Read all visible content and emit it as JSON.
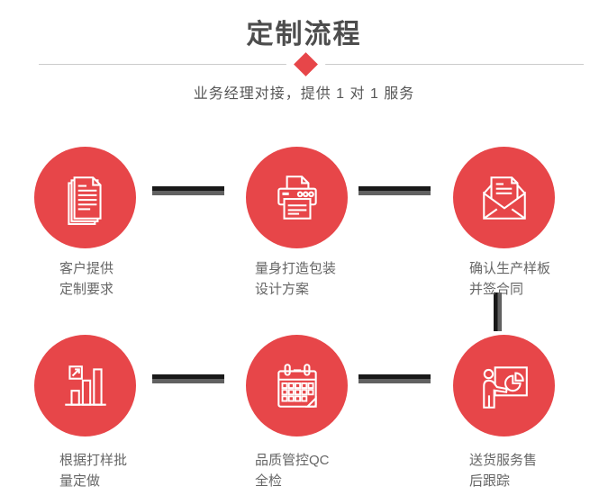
{
  "header": {
    "title": "定制流程",
    "subtitle": "业务经理对接，提供 1 对 1 服务"
  },
  "colors": {
    "accent_red": "#e74649",
    "title_gray": "#4d4d4d",
    "subtitle_gray": "#565656",
    "label_gray": "#666666",
    "connector_dark": "#191919",
    "connector_gray": "#616161",
    "divider_gray": "#cccccc",
    "background": "#ffffff"
  },
  "steps": [
    {
      "icon": "documents-icon",
      "lines": [
        "客户提供",
        "定制要求"
      ]
    },
    {
      "icon": "printer-icon",
      "lines": [
        "量身打造包装",
        "设计方案"
      ]
    },
    {
      "icon": "envelope-icon",
      "lines": [
        "确认生产样板",
        "并签合同"
      ]
    },
    {
      "icon": "bar-chart-icon",
      "lines": [
        "根据打样批",
        "量定做"
      ]
    },
    {
      "icon": "calendar-icon",
      "lines": [
        "品质管控QC",
        "全检"
      ]
    },
    {
      "icon": "presentation-icon",
      "lines": [
        "送货服务售",
        "后跟踪"
      ]
    }
  ]
}
